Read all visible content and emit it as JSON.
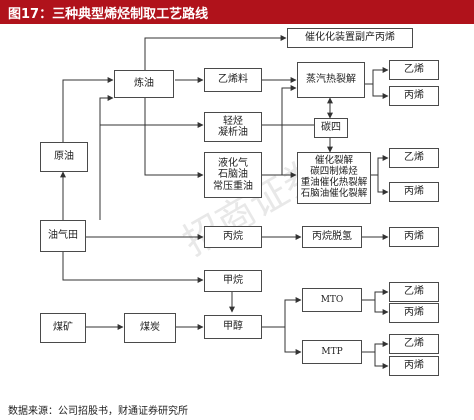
{
  "header": {
    "title": "图17：三种典型烯烃制取工艺路线"
  },
  "nodes": {
    "crude_oil": "原油",
    "refining": "炼油",
    "oil_gas_field": "油气田",
    "coal_mine": "煤矿",
    "coal": "煤炭",
    "ethylene_feed": "乙烯料",
    "light_hydrocarbon": "轻烃\n凝析油",
    "liquefied_gas": "液化气\n石脑油\n常压重油",
    "steam_cracking": "蒸汽热裂解",
    "c4": "碳四",
    "catalytic_cracking": "催化裂解\n碳四制烯烃\n重油催化热裂解\n石脑油催化裂解",
    "catalytic_unit_byproduct": "催化化装置副产丙烯",
    "propane": "丙烷",
    "propane_dehydrogenation": "丙烷脱氢",
    "methane": "甲烷",
    "methanol": "甲醇",
    "mto": "MTO",
    "mtp": "MTP",
    "ethylene": "乙烯",
    "propylene": "丙烯"
  },
  "watermark": "招商证券",
  "source": "数据来源：公司招股书，财通证券研究所"
}
